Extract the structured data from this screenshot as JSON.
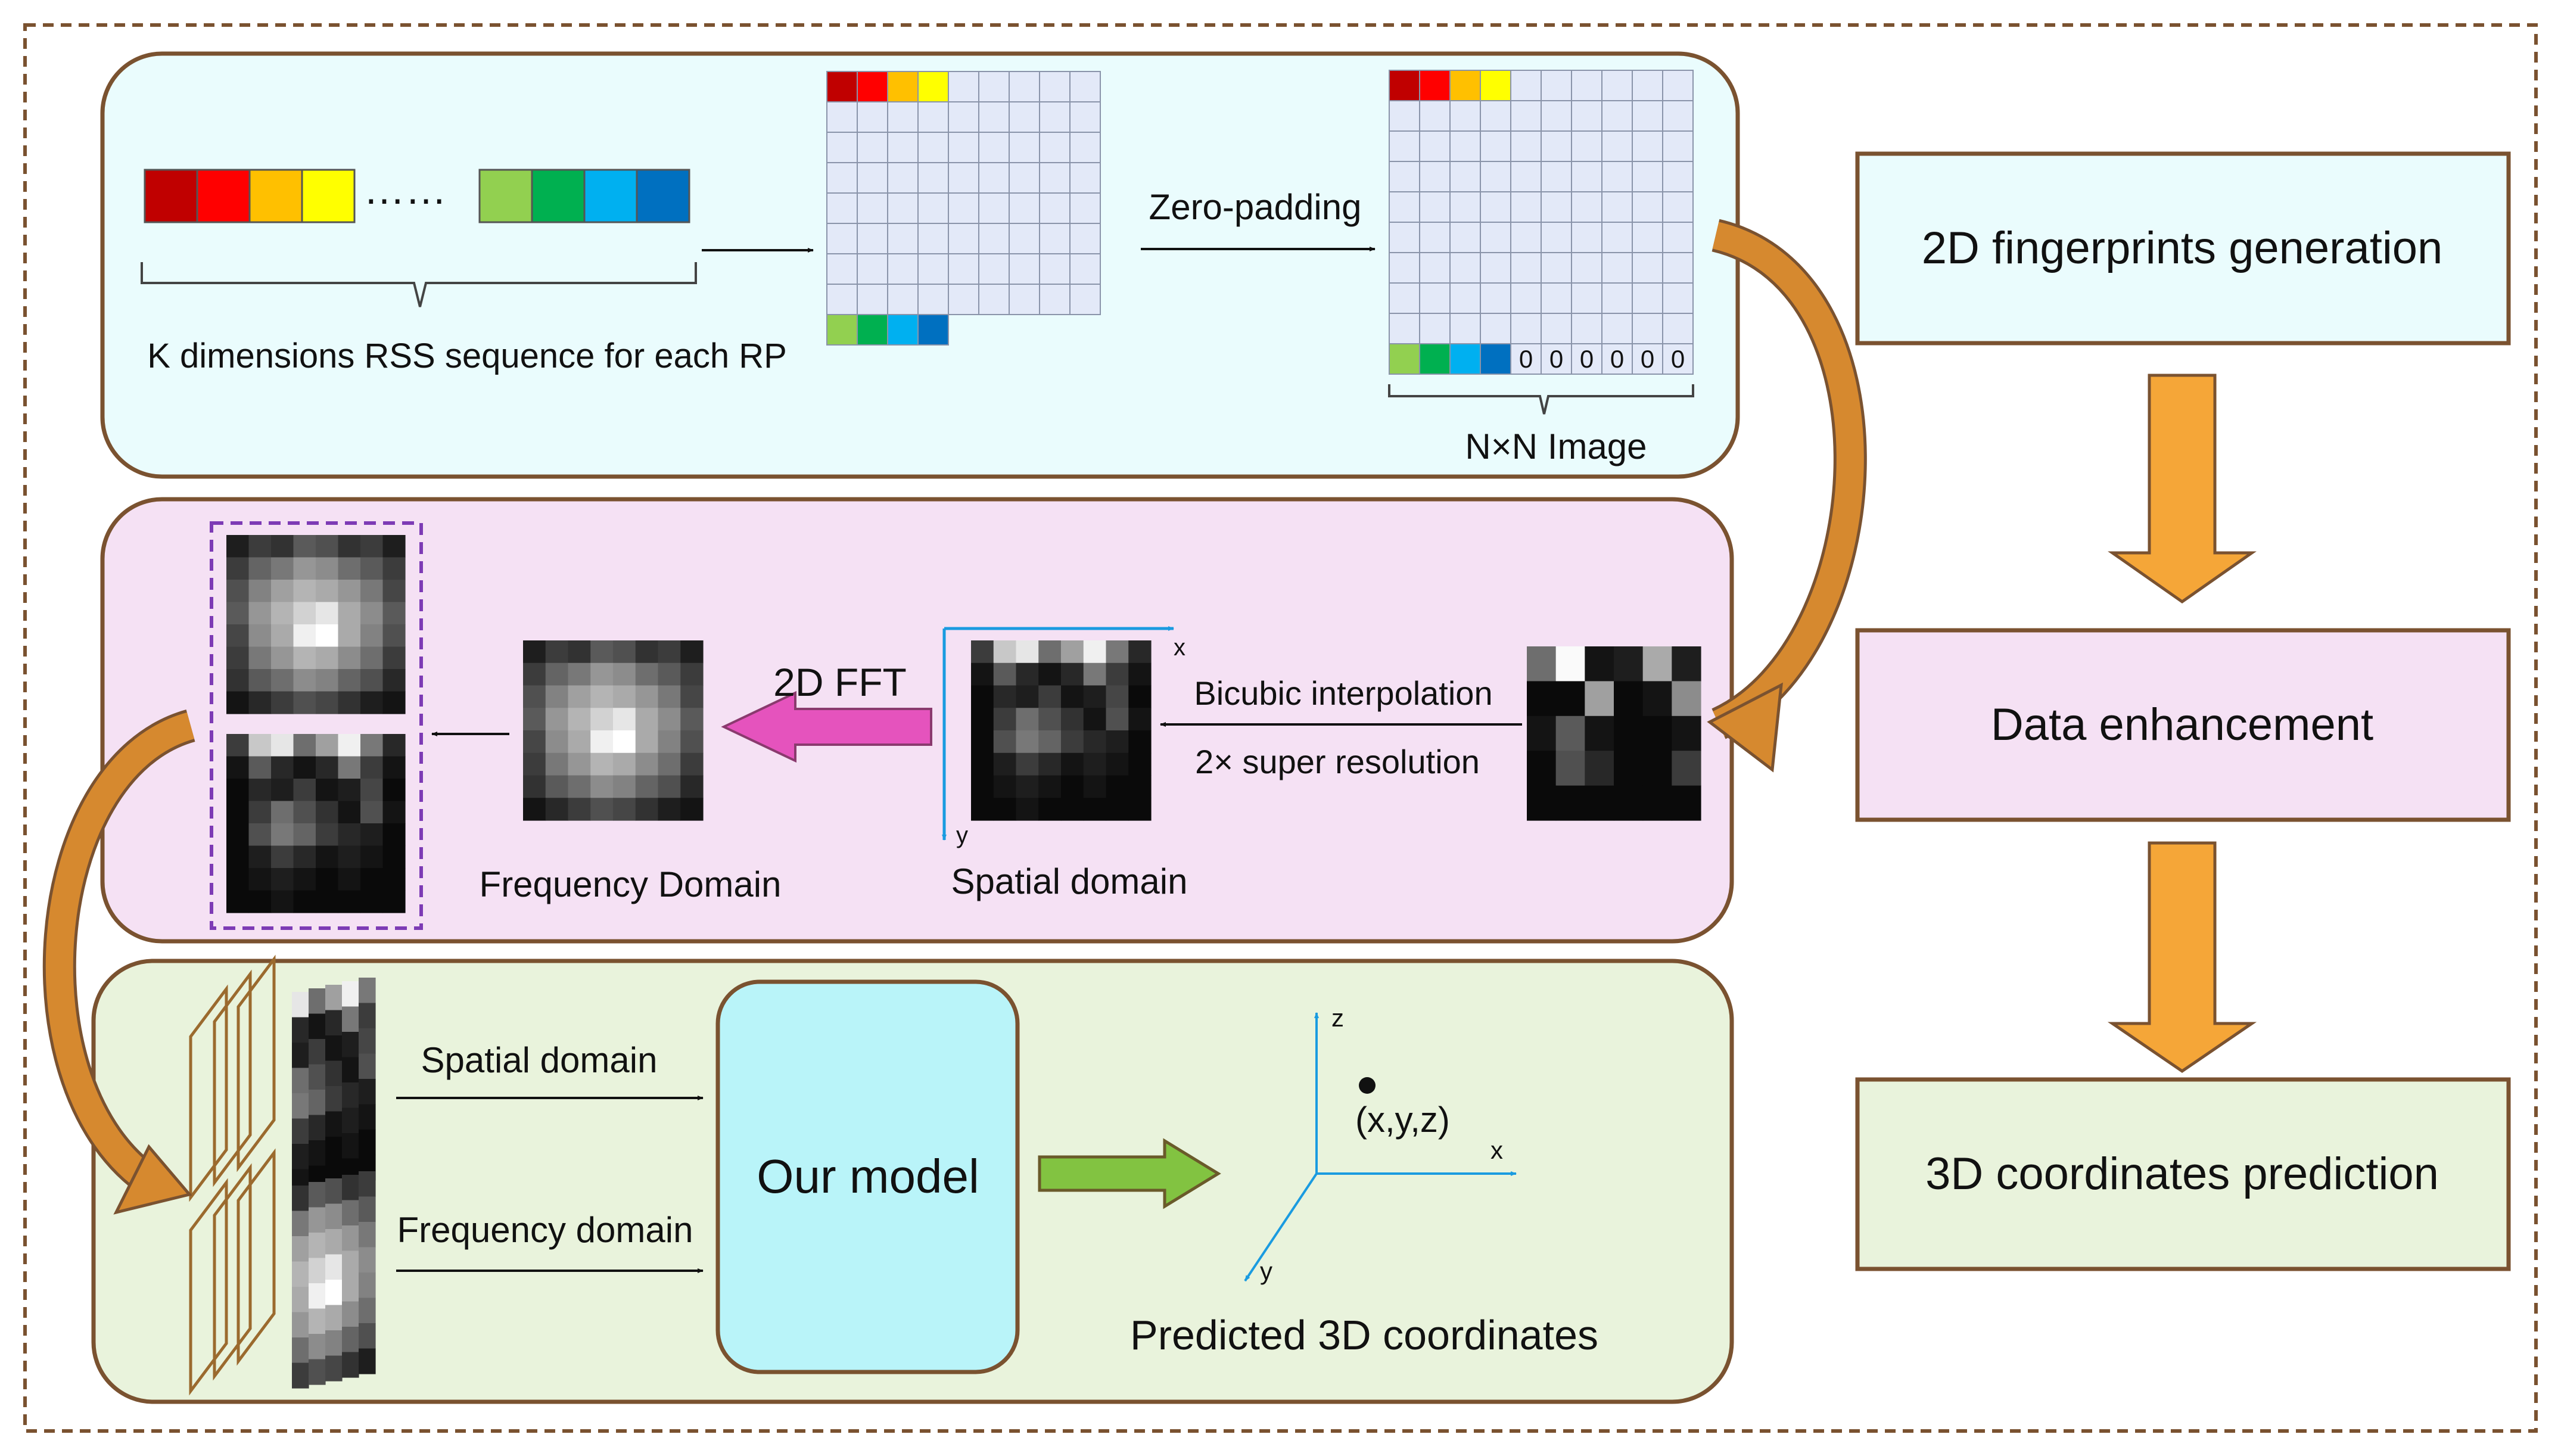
{
  "panel1": {
    "rss_dots": "……",
    "rss_caption": "K dimensions RSS sequence for each RP",
    "zero_padding": "Zero-padding",
    "zero_digit": "0",
    "image_caption": "N×N Image"
  },
  "panel2": {
    "axis_x": "x",
    "axis_y": "y",
    "bicubic": "Bicubic interpolation",
    "super_res": "2× super resolution",
    "fft": "2D FFT",
    "spatial_caption": "Spatial domain",
    "frequency_caption": "Frequency Domain"
  },
  "panel3": {
    "spatial_label": "Spatial domain",
    "frequency_label": "Frequency domain",
    "model": "Our model",
    "axis_x": "x",
    "axis_y": "y",
    "axis_z": "z",
    "point": "(x,y,z)",
    "predicted": "Predicted 3D coordinates"
  },
  "steps": {
    "step1": "2D fingerprints generation",
    "step2": "Data enhancement",
    "step3": "3D coordinates prediction"
  },
  "colors": {
    "rss_sequence": [
      "#c00000",
      "#ff0000",
      "#ffc000",
      "#ffff00",
      "#92d050",
      "#00b050",
      "#00b0f0",
      "#0070c0"
    ],
    "panel1_fill": "#eafcfd",
    "panel2_fill": "#f5e1f4",
    "panel3_fill": "#e9f3dc",
    "panel_border": "#7a5230",
    "grid_cell": "#e3e9f8",
    "model_fill": "#b9f4f9",
    "fft_arrow": "#e553bd",
    "model_arrow": "#82c341",
    "step_arrow": "#f5a638",
    "curve_arrow": "#d6892f",
    "axis_blue": "#1a9be0",
    "dashed_purple": "#7d3bb5"
  }
}
